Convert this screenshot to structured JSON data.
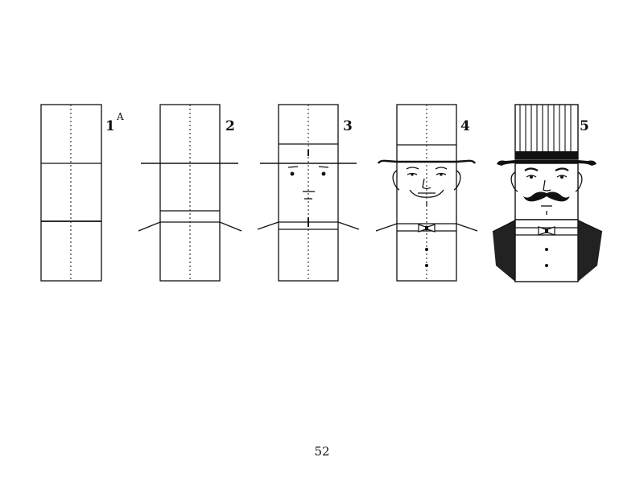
{
  "figures": [
    {
      "label": "1",
      "sublabel": "A"
    },
    {
      "label": "2"
    },
    {
      "label": "3"
    },
    {
      "label": "4"
    },
    {
      "label": "5"
    }
  ],
  "page_number": "52",
  "colors": {
    "ink": "#111111",
    "paper": "#ffffff"
  }
}
